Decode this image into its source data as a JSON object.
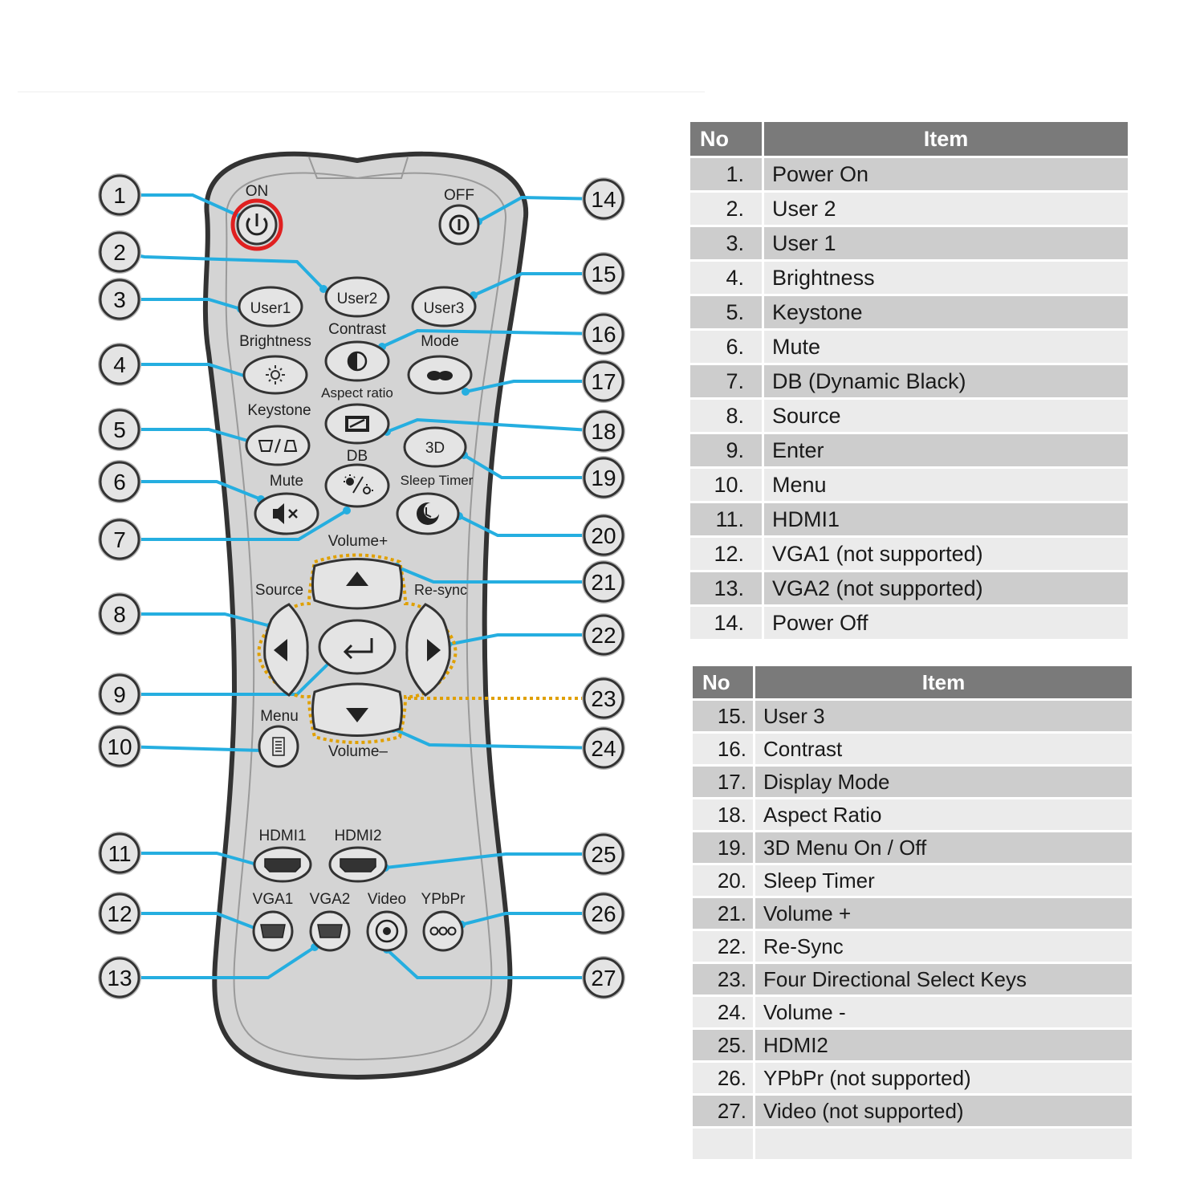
{
  "colors": {
    "callout_line": "#25aee0",
    "callout_fill": "#e4e4e4",
    "remote_body": "#d4d4d4",
    "remote_outline": "#333333",
    "power_on_ring": "#e02020",
    "select_keys_dotted": "#e0a000",
    "table_header": "#7a7a7a",
    "table_row_dark": "#cdcdcd",
    "table_row_light": "#ebebeb"
  },
  "remote": {
    "labels": {
      "on": "ON",
      "off": "OFF",
      "user1": "User1",
      "user2": "User2",
      "user3": "User3",
      "brightness": "Brightness",
      "contrast": "Contrast",
      "mode": "Mode",
      "keystone": "Keystone",
      "aspect_ratio": "Aspect ratio",
      "three_d": "3D",
      "db": "DB",
      "mute": "Mute",
      "sleep_timer": "Sleep Timer",
      "volume_plus": "Volume+",
      "source": "Source",
      "resync": "Re-sync",
      "menu": "Menu",
      "volume_minus": "Volume–",
      "hdmi1": "HDMI1",
      "hdmi2": "HDMI2",
      "vga1": "VGA1",
      "vga2": "VGA2",
      "video": "Video",
      "ypbpr": "YPbPr"
    },
    "icons": {
      "power_on": "power-icon",
      "power_off": "power-icon",
      "brightness": "sun-icon",
      "contrast": "half-circle-icon",
      "mode": "eye-mask-icon",
      "keystone": "keystone-trapezoid-icon",
      "aspect_ratio": "aspect-ratio-icon",
      "db": "dynamic-black-icon",
      "mute": "speaker-mute-icon",
      "sleep_timer": "moon-clock-icon",
      "up": "arrow-up-icon",
      "down": "arrow-down-icon",
      "left": "arrow-left-icon",
      "right": "arrow-right-icon",
      "enter": "enter-return-icon",
      "menu": "menu-list-icon",
      "hdmi": "hdmi-port-icon",
      "vga": "vga-port-icon",
      "video": "rca-jack-icon",
      "ypbpr": "component-ports-icon"
    },
    "callouts": [
      "1",
      "2",
      "3",
      "4",
      "5",
      "6",
      "7",
      "8",
      "9",
      "10",
      "11",
      "12",
      "13",
      "14",
      "15",
      "16",
      "17",
      "18",
      "19",
      "20",
      "21",
      "22",
      "23",
      "24",
      "25",
      "26",
      "27"
    ]
  },
  "table1": {
    "header_no": "No",
    "header_item": "Item",
    "rows": [
      {
        "no": "1.",
        "item": "Power On"
      },
      {
        "no": "2.",
        "item": "User 2"
      },
      {
        "no": "3.",
        "item": "User 1"
      },
      {
        "no": "4.",
        "item": "Brightness"
      },
      {
        "no": "5.",
        "item": "Keystone"
      },
      {
        "no": "6.",
        "item": "Mute"
      },
      {
        "no": "7.",
        "item": "DB (Dynamic Black)"
      },
      {
        "no": "8.",
        "item": "Source"
      },
      {
        "no": "9.",
        "item": "Enter"
      },
      {
        "no": "10.",
        "item": "Menu"
      },
      {
        "no": "11.",
        "item": "HDMI1"
      },
      {
        "no": "12.",
        "item": "VGA1 (not supported)"
      },
      {
        "no": "13.",
        "item": "VGA2 (not supported)"
      },
      {
        "no": "14.",
        "item": "Power Off"
      }
    ]
  },
  "table2": {
    "header_no": "No",
    "header_item": "Item",
    "rows": [
      {
        "no": "15.",
        "item": "User 3"
      },
      {
        "no": "16.",
        "item": "Contrast"
      },
      {
        "no": "17.",
        "item": "Display Mode"
      },
      {
        "no": "18.",
        "item": "Aspect Ratio"
      },
      {
        "no": "19.",
        "item": "3D Menu On / Off"
      },
      {
        "no": "20.",
        "item": "Sleep Timer"
      },
      {
        "no": "21.",
        "item": "Volume +"
      },
      {
        "no": "22.",
        "item": "Re-Sync"
      },
      {
        "no": "23.",
        "item": "Four Directional Select Keys"
      },
      {
        "no": "24.",
        "item": "Volume -"
      },
      {
        "no": "25.",
        "item": "HDMI2"
      },
      {
        "no": "26.",
        "item": "YPbPr (not supported)"
      },
      {
        "no": "27.",
        "item": "Video (not supported)"
      },
      {
        "no": "",
        "item": ""
      }
    ]
  }
}
